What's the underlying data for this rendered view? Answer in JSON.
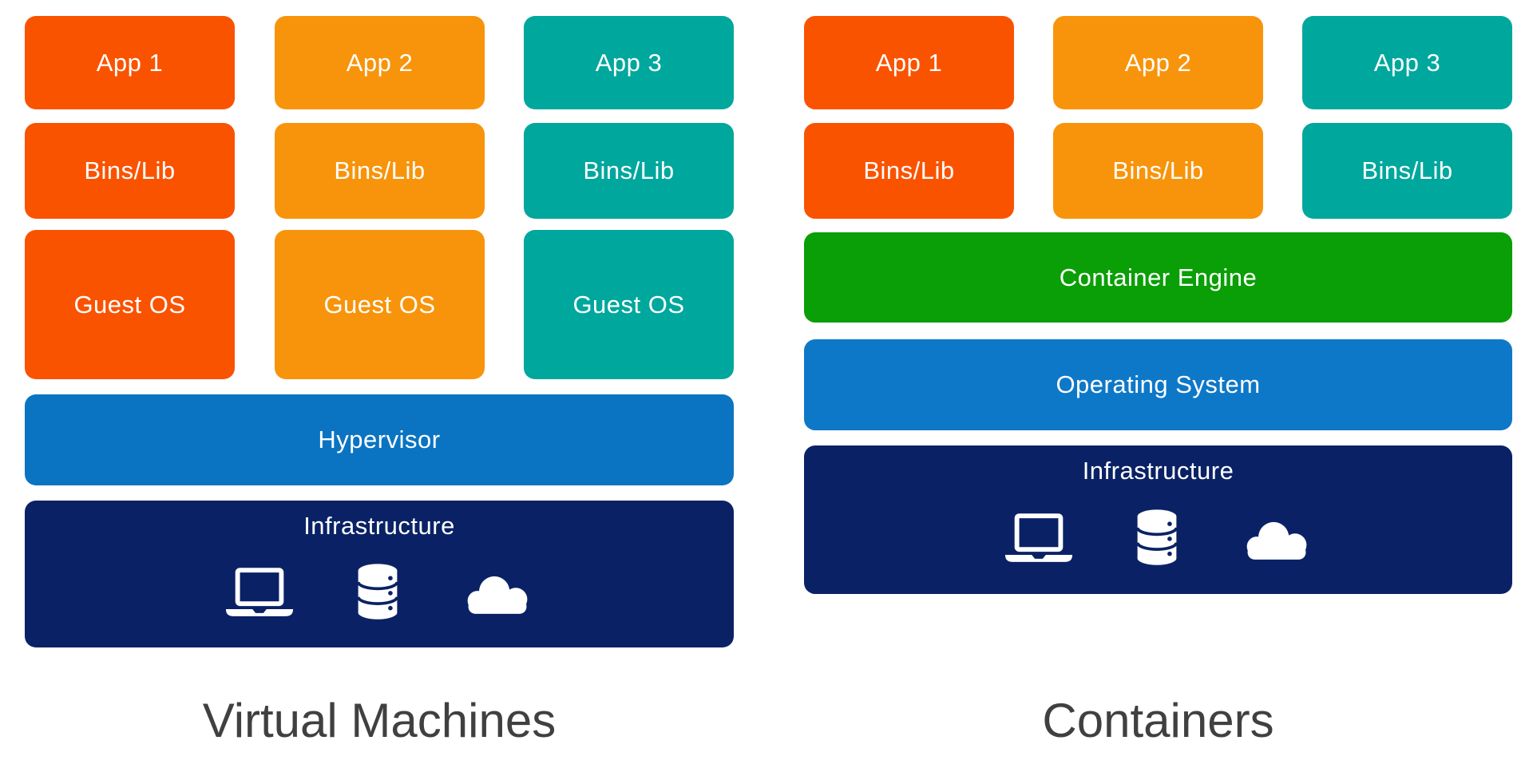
{
  "diagram": {
    "background": "#FFFFFF",
    "box_text_color": "#FFFFFF",
    "title_color": "#404040",
    "left_panel": {
      "title": "Virtual Machines",
      "stacks": [
        {
          "app": "App 1",
          "bins": "Bins/Lib",
          "guest_os": "Guest OS",
          "color": "#FA5300"
        },
        {
          "app": "App 2",
          "bins": "Bins/Lib",
          "guest_os": "Guest OS",
          "color": "#F8940B"
        },
        {
          "app": "App 3",
          "bins": "Bins/Lib",
          "guest_os": "Guest OS",
          "color": "#00A79D"
        }
      ],
      "layers": {
        "hypervisor": {
          "label": "Hypervisor",
          "color": "#0B74C2"
        },
        "infrastructure": {
          "label": "Infrastructure",
          "color": "#0A2265",
          "icons": [
            "laptop-icon",
            "database-icon",
            "cloud-icon"
          ]
        }
      }
    },
    "right_panel": {
      "title": "Containers",
      "stacks": [
        {
          "app": "App 1",
          "bins": "Bins/Lib",
          "guest_os": "",
          "color": "#FA5300"
        },
        {
          "app": "App 2",
          "bins": "Bins/Lib",
          "guest_os": "",
          "color": "#F8940B"
        },
        {
          "app": "App 3",
          "bins": "Bins/Lib",
          "guest_os": "",
          "color": "#00A79D"
        }
      ],
      "layers": {
        "container_engine": {
          "label": "Container Engine",
          "color": "#0A9F06"
        },
        "operating_system": {
          "label": "Operating System",
          "color": "#0E78C8"
        },
        "infrastructure": {
          "label": "Infrastructure",
          "color": "#0A2265",
          "icons": [
            "laptop-icon",
            "database-icon",
            "cloud-icon"
          ]
        }
      }
    }
  }
}
